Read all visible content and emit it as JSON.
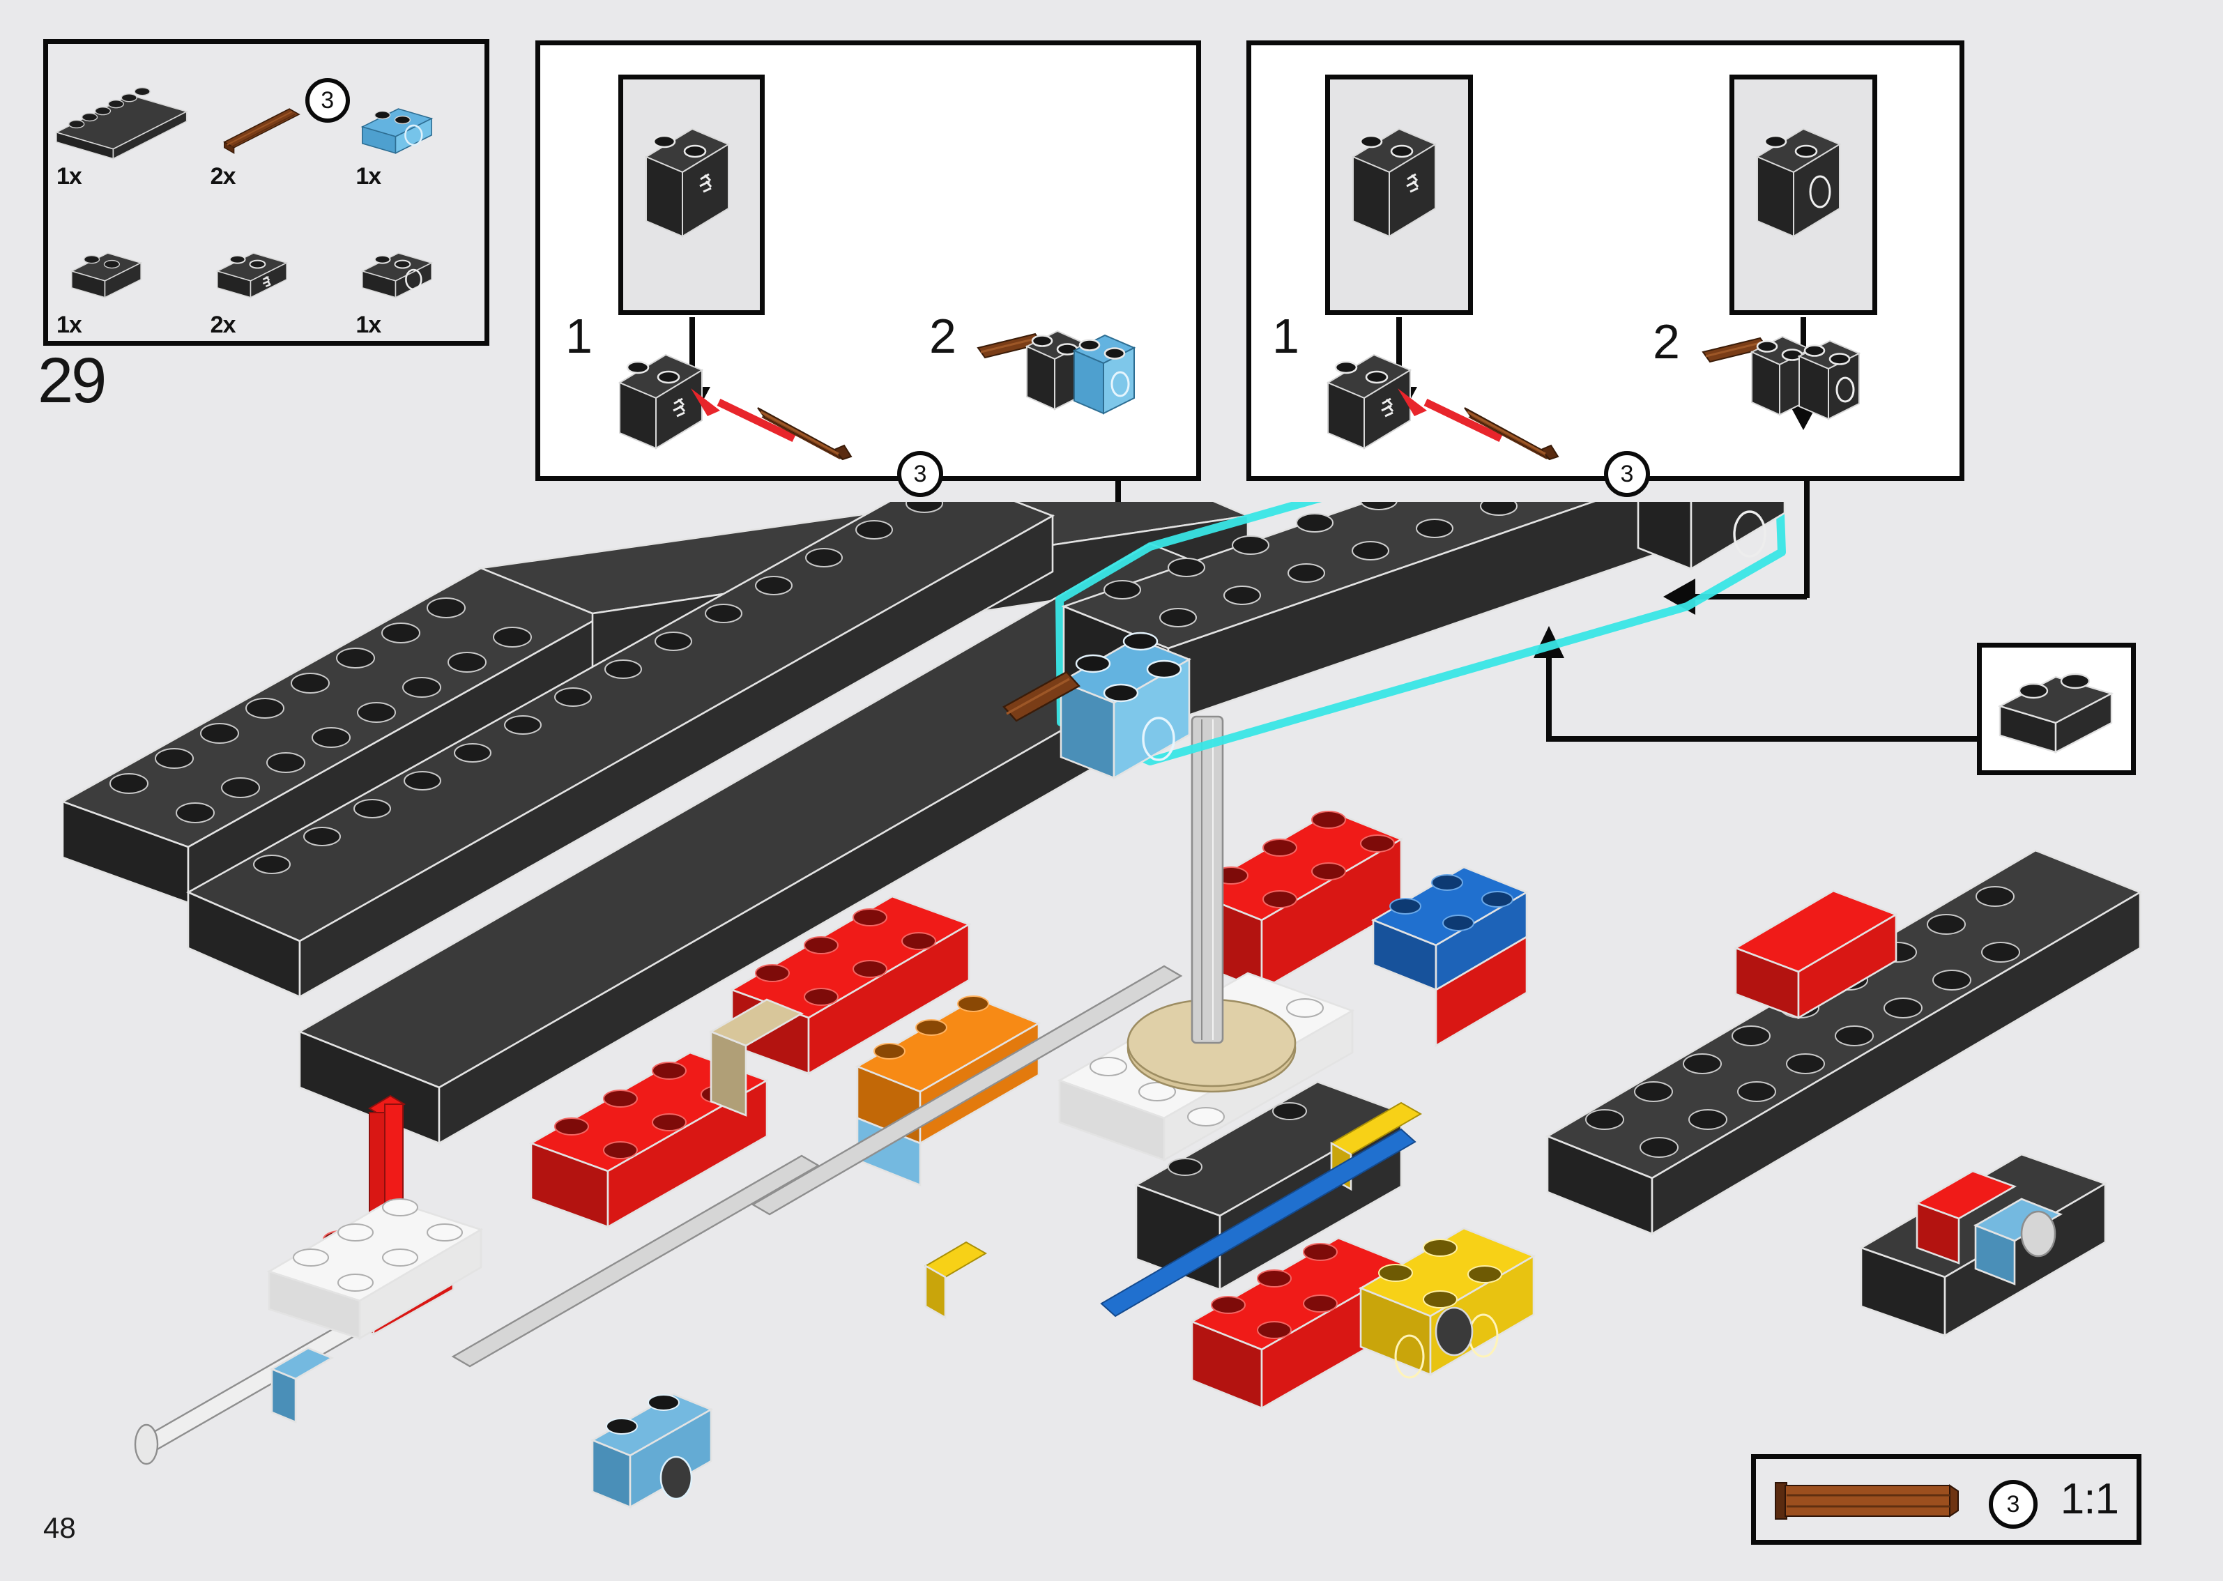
{
  "page": {
    "page_number": "48",
    "step_number": "29",
    "background_color": "#e9e9eb",
    "line_color": "#0a0a0a",
    "highlight_color": "#39e6e6",
    "insert_arrow_color": "#e8252b"
  },
  "parts_inventory": {
    "box_label": "parts-callout",
    "items": [
      {
        "name": "brick-1x8-black",
        "qty": "1x",
        "color": "#2b2b2b",
        "badge": null
      },
      {
        "name": "technic-axle-3-brown",
        "qty": "2x",
        "color": "#7a3d17",
        "badge": "3"
      },
      {
        "name": "technic-brick-1x2-hole-azure",
        "qty": "1x",
        "color": "#4ea8dd",
        "badge": null
      },
      {
        "name": "brick-1x2-black",
        "qty": "1x",
        "color": "#2b2b2b",
        "badge": null
      },
      {
        "name": "technic-brick-1x2-axlehole-black",
        "qty": "2x",
        "color": "#2b2b2b",
        "badge": null
      },
      {
        "name": "technic-brick-1x2-hole-black",
        "qty": "1x",
        "color": "#2b2b2b",
        "badge": null
      }
    ]
  },
  "substep_panels": [
    {
      "name": "substep-panel-left",
      "inset_parts": [
        {
          "name": "technic-brick-1x2-axlehole-black",
          "color": "#2b2b2b"
        }
      ],
      "steps": [
        {
          "number": "1",
          "parts": [
            {
              "name": "technic-brick-1x2-axlehole-black",
              "color": "#2b2b2b"
            },
            {
              "name": "technic-axle-3-brown",
              "color": "#7a3d17",
              "badge": "3"
            }
          ],
          "action": "insert-axle"
        },
        {
          "number": "2",
          "parts": [
            {
              "name": "technic-brick-1x2-axlehole-black",
              "color": "#2b2b2b"
            },
            {
              "name": "technic-brick-1x2-hole-azure",
              "color": "#4ea8dd"
            },
            {
              "name": "technic-axle-3-brown",
              "color": "#7a3d17"
            }
          ],
          "action": "attach-azure-brick"
        }
      ]
    },
    {
      "name": "substep-panel-right",
      "inset_parts": [
        {
          "name": "technic-brick-1x2-axlehole-black",
          "color": "#2b2b2b"
        },
        {
          "name": "technic-brick-1x2-hole-black",
          "color": "#2b2b2b"
        }
      ],
      "steps": [
        {
          "number": "1",
          "parts": [
            {
              "name": "technic-brick-1x2-axlehole-black",
              "color": "#2b2b2b"
            },
            {
              "name": "technic-axle-3-brown",
              "color": "#7a3d17",
              "badge": "3"
            }
          ],
          "action": "insert-axle"
        },
        {
          "number": "2",
          "parts": [
            {
              "name": "technic-brick-1x2-axlehole-black",
              "color": "#2b2b2b"
            },
            {
              "name": "technic-brick-1x2-hole-black",
              "color": "#2b2b2b"
            },
            {
              "name": "technic-axle-3-brown",
              "color": "#7a3d17"
            }
          ],
          "action": "attach-black-hole-brick"
        }
      ]
    }
  ],
  "callout": {
    "name": "brick-1x2-black-callout",
    "part": "brick-1x2-black",
    "color": "#2b2b2b"
  },
  "scale_indicator": {
    "name": "one-to-one-scale",
    "label": "1:1",
    "part": "technic-axle-3-brown",
    "badge": "3",
    "color": "#8a441a"
  },
  "model": {
    "name": "chassis-frame-assembly",
    "description": "Large black Technic brick chassis frame shown in isometric view with red, blue, orange, yellow, tan and azure detail bricks, white plates, light-grey axles and a tan turntable; the newly added 1x8 black brick sub-assembly on the far side is outlined in cyan.",
    "colors": {
      "black": "#2b2b2b",
      "dark_grey": "#3a3a3a",
      "red": "#e01b18",
      "blue": "#1f6fd0",
      "azure": "#74b9e0",
      "orange": "#f07d12",
      "yellow": "#f7d117",
      "tan": "#d8c69a",
      "white": "#f7f7f7",
      "light_grey": "#bdbdbd",
      "brown": "#7a3d17"
    }
  }
}
